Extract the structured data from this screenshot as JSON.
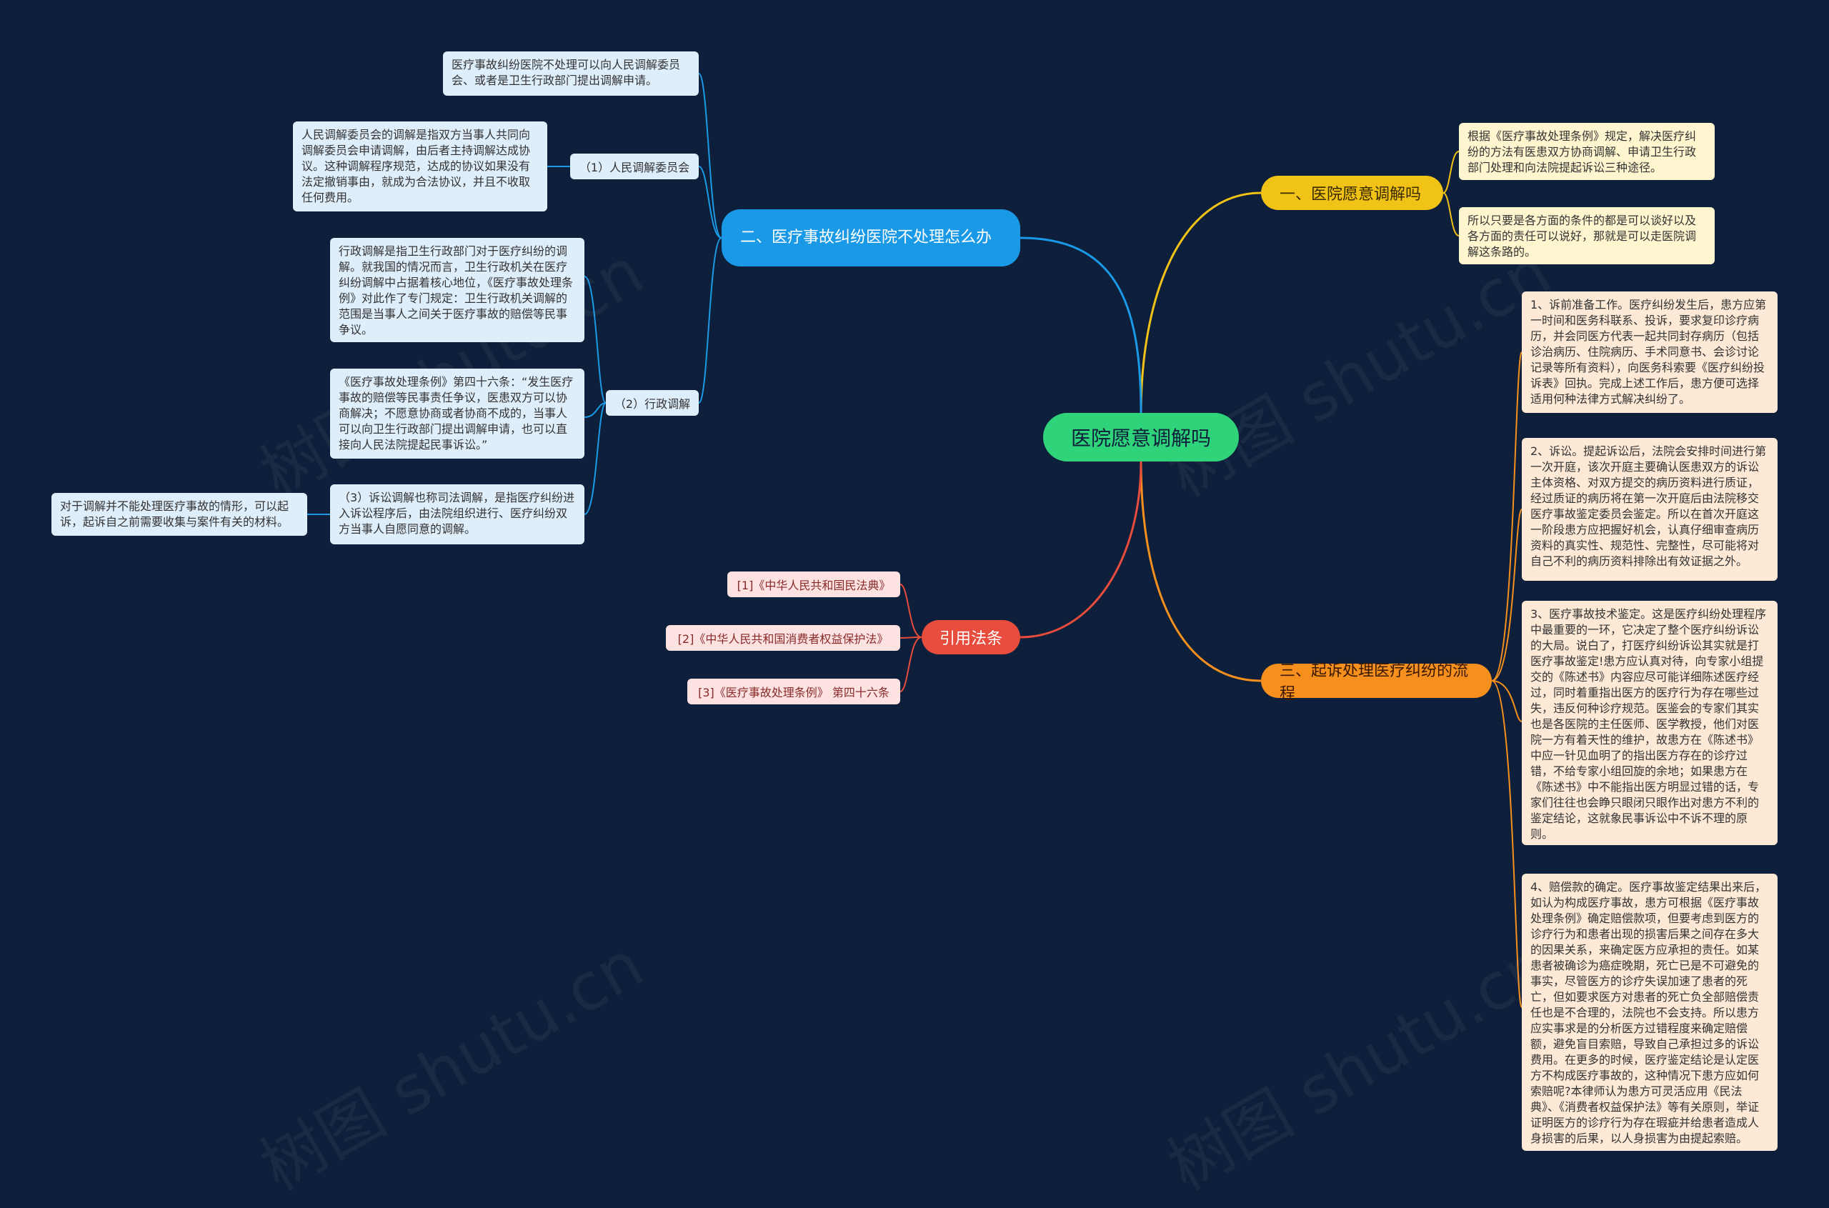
{
  "root": {
    "label": "医院愿意调解吗"
  },
  "colors": {
    "background": "#0d1f3a",
    "root": "#2fd47a",
    "yellow": "#f2c317",
    "blue": "#1a9ae6",
    "orange": "#f5901e",
    "red": "#e74c3c"
  },
  "branch1": {
    "label": "一、医院愿意调解吗",
    "leaves": [
      "根据《医疗事故处理条例》规定，解决医疗纠纷的方法有医患双方协商调解、申请卫生行政部门处理和向法院提起诉讼三种途径。",
      "所以只要是各方面的条件的都是可以谈好以及各方面的责任可以说好，那就是可以走医院调解这条路的。"
    ]
  },
  "branch2": {
    "label": "二、医疗事故纠纷医院不处理怎么办",
    "top_leaf": "医疗事故纠纷医院不处理可以向人民调解委员会、或者是卫生行政部门提出调解申请。",
    "sub1": {
      "label": "（1）人民调解委员会",
      "leaf": "人民调解委员会的调解是指双方当事人共同向调解委员会申请调解，由后者主持调解达成协议。这种调解程序规范，达成的协议如果没有法定撤销事由，就成为合法协议，并且不收取任何费用。"
    },
    "sub2": {
      "label": "（2）行政调解",
      "leaves": [
        "行政调解是指卫生行政部门对于医疗纠纷的调解。就我国的情况而言，卫生行政机关在医疗纠纷调解中占据着核心地位，《医疗事故处理条例》对此作了专门规定：卫生行政机关调解的范围是当事人之间关于医疗事故的赔偿等民事争议。",
        "《医疗事故处理条例》第四十六条：“发生医疗事故的赔偿等民事责任争议，医患双方可以协商解决；不愿意协商或者协商不成的，当事人可以向卫生行政部门提出调解申请，也可以直接向人民法院提起民事诉讼。”"
      ]
    },
    "sub3": {
      "label": "（3）诉讼调解也称司法调解，是指医疗纠纷进入诉讼程序后，由法院组织进行、医疗纠纷双方当事人自愿同意的调解。",
      "leaf": "对于调解并不能处理医疗事故的情形，可以起诉，起诉自之前需要收集与案件有关的材料。"
    }
  },
  "branch3": {
    "label": "三、起诉处理医疗纠纷的流程",
    "leaves": [
      "1、诉前准备工作。医疗纠纷发生后，患方应第一时间和医务科联系、投诉，要求复印诊疗病历，并会同医方代表一起共同封存病历（包括诊治病历、住院病历、手术同意书、会诊讨论记录等所有资料），向医务科索要《医疗纠纷投诉表》回执。完成上述工作后，患方便可选择适用何种法律方式解决纠纷了。",
      "2、诉讼。提起诉讼后，法院会安排时间进行第一次开庭，该次开庭主要确认医患双方的诉讼主体资格、对双方提交的病历资料进行质证，经过质证的病历将在第一次开庭后由法院移交医疗事故鉴定委员会鉴定。所以在首次开庭这一阶段患方应把握好机会，认真仔细审查病历资料的真实性、规范性、完整性，尽可能将对自己不利的病历资料排除出有效证据之外。",
      "3、医疗事故技术鉴定。这是医疗纠纷处理程序中最重要的一环，它决定了整个医疗纠纷诉讼的大局。说白了，打医疗纠纷诉讼其实就是打医疗事故鉴定!患方应认真对待，向专家小组提交的《陈述书》内容应尽可能详细陈述医疗经过，同时着重指出医方的医疗行为存在哪些过失，违反何种诊疗规范。医鉴会的专家们其实也是各医院的主任医师、医学教授，他们对医院一方有着天性的维护，故患方在《陈述书》中应一针见血明了的指出医方存在的诊疗过错，不给专家小组回旋的余地；如果患方在《陈述书》中不能指出医方明显过错的话，专家们往往也会睁只眼闭只眼作出对患方不利的鉴定结论，这就象民事诉讼中不诉不理的原则。",
      "4、赔偿款的确定。医疗事故鉴定结果出来后，如认为构成医疗事故，患方可根据《医疗事故处理条例》确定赔偿款项，但要考虑到医方的诊疗行为和患者出现的损害后果之间存在多大的因果关系，来确定医方应承担的责任。如某患者被确诊为癌症晚期，死亡已是不可避免的事实，尽管医方的诊疗失误加速了患者的死亡，但如要求医方对患者的死亡负全部赔偿责任也是不合理的，法院也不会支持。所以患方应实事求是的分析医方过错程度来确定赔偿额，避免盲目索赔，导致自己承担过多的诉讼费用。在更多的时候，医疗鉴定结论是认定医方不构成医疗事故的，这种情况下患方应如何索赔呢?本律师认为患方可灵活应用《民法典》、《消费者权益保护法》等有关原则，举证证明医方的诊疗行为存在瑕疵并给患者造成人身损害的后果，以人身损害为由提起索赔。"
    ]
  },
  "branch4": {
    "label": "引用法条",
    "leaves": [
      "[1]《中华人民共和国民法典》",
      "[2]《中华人民共和国消费者权益保护法》",
      "[3]《医疗事故处理条例》 第四十六条"
    ]
  },
  "watermark": "树图 shutu.cn"
}
